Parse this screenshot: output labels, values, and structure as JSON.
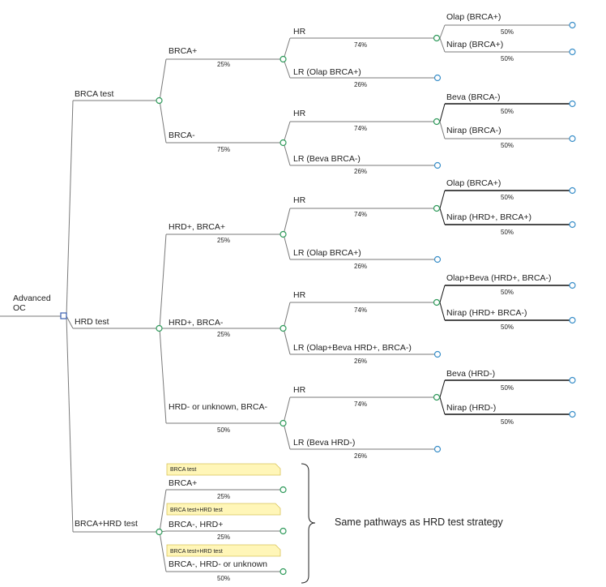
{
  "root": {
    "label_lines": [
      "Advanced",
      "OC"
    ]
  },
  "strategies": [
    {
      "label": "BRCA test"
    },
    {
      "label": "HRD test"
    },
    {
      "label": "BRCA+HRD test"
    }
  ],
  "level2": [
    {
      "label": "BRCA+",
      "prob": "25%"
    },
    {
      "label": "BRCA-",
      "prob": "75%"
    },
    {
      "label": "HRD+, BRCA+",
      "prob": "25%"
    },
    {
      "label": "HRD+, BRCA-",
      "prob": "25%"
    },
    {
      "label": "HRD- or unknown, BRCA-",
      "prob": "50%"
    }
  ],
  "level3": [
    {
      "label": "HR",
      "prob": "74%"
    },
    {
      "label": "LR (Olap BRCA+)",
      "prob": "26%"
    },
    {
      "label": "HR",
      "prob": "74%"
    },
    {
      "label": "LR (Beva BRCA-)",
      "prob": "26%"
    },
    {
      "label": "HR",
      "prob": "74%"
    },
    {
      "label": "LR (Olap BRCA+)",
      "prob": "26%"
    },
    {
      "label": "HR",
      "prob": "74%"
    },
    {
      "label": "LR (Olap+Beva HRD+, BRCA-)",
      "prob": "26%"
    },
    {
      "label": "HR",
      "prob": "74%"
    },
    {
      "label": "LR (Beva HRD-)",
      "prob": "26%"
    }
  ],
  "level4": [
    {
      "label": "Olap (BRCA+)",
      "prob": "50%"
    },
    {
      "label": "Nirap (BRCA+)",
      "prob": "50%"
    },
    {
      "label": "Beva (BRCA-)",
      "prob": "50%"
    },
    {
      "label": "Nirap (BRCA-)",
      "prob": "50%"
    },
    {
      "label": "Olap (BRCA+)",
      "prob": "50%"
    },
    {
      "label": "Nirap (HRD+, BRCA+)",
      "prob": "50%"
    },
    {
      "label": "Olap+Beva (HRD+, BRCA-)",
      "prob": "50%"
    },
    {
      "label": "Nirap (HRD+ BRCA-)",
      "prob": "50%"
    },
    {
      "label": "Beva (HRD-)",
      "prob": "50%"
    },
    {
      "label": "Nirap (HRD-)",
      "prob": "50%"
    }
  ],
  "combined": [
    {
      "note": "BRCA test",
      "label": "BRCA+",
      "prob": "25%"
    },
    {
      "note": "BRCA test+HRD test",
      "label": "BRCA-, HRD+",
      "prob": "25%"
    },
    {
      "note": "BRCA test+HRD test",
      "label": "BRCA-, HRD- or unknown",
      "prob": "50%"
    }
  ],
  "annotation": "Same pathways as HRD test strategy",
  "colors": {
    "line": "#7a7a7a",
    "heavy_line": "#111111",
    "chance_node": "#2e9a5a",
    "terminal_node": "#3a8fc9",
    "decision_node": "#3a5fb0",
    "note_fill": "#fff6b8",
    "note_border": "#d9c45a"
  }
}
